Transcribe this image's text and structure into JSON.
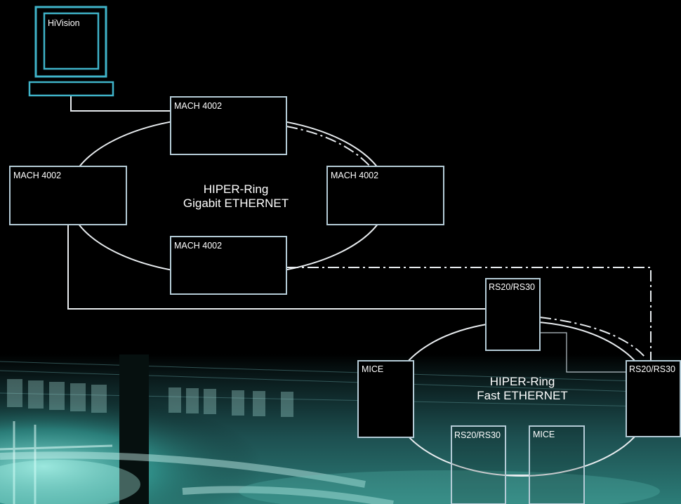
{
  "colors": {
    "background": "#000000",
    "node_stroke": "#b4cbd6",
    "monitor_stroke": "#3fb3c9",
    "link_stroke": "#e8ecef",
    "photo_tint": "#2fa9a6"
  },
  "hivision": {
    "label": "HiVision"
  },
  "rings": {
    "gigabit": {
      "line1": "HIPER-Ring",
      "line2": "Gigabit ETHERNET"
    },
    "fast": {
      "line1": "HIPER-Ring",
      "line2": "Fast ETHERNET"
    }
  },
  "nodes": {
    "mach_top": "MACH 4002",
    "mach_left": "MACH 4002",
    "mach_right": "MACH 4002",
    "mach_bottom": "MACH 4002",
    "rs_top": "RS20/RS30",
    "rs_right": "RS20/RS30",
    "mice_left": "MICE",
    "rs_bottom": "RS20/RS30",
    "mice_bottom": "MICE"
  }
}
